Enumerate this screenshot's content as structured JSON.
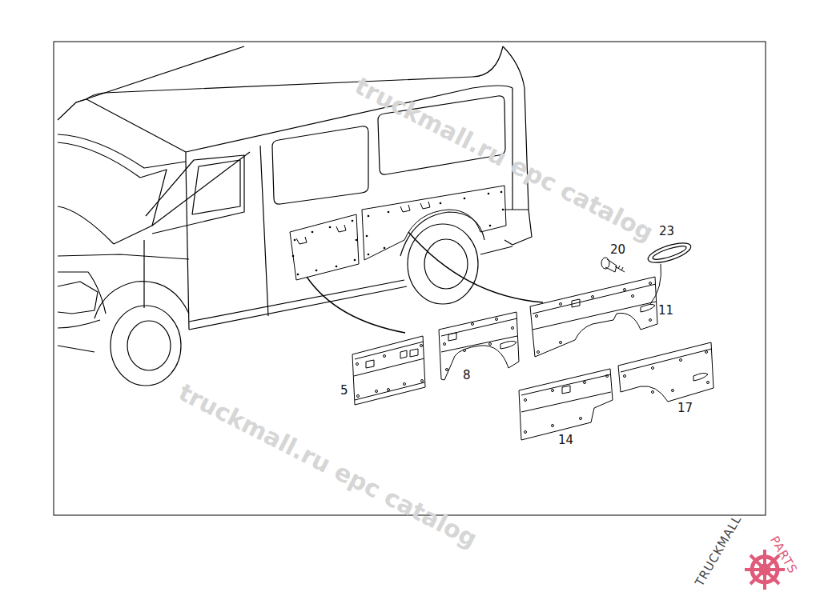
{
  "diagram": {
    "labels": [
      "truckmall.ru epc catalog",
      "truckmall.ru epc catalog",
      "20",
      "23",
      "11",
      "5",
      "8",
      "14",
      "17",
      "TRUCKMALL",
      "PARTS"
    ]
  }
}
